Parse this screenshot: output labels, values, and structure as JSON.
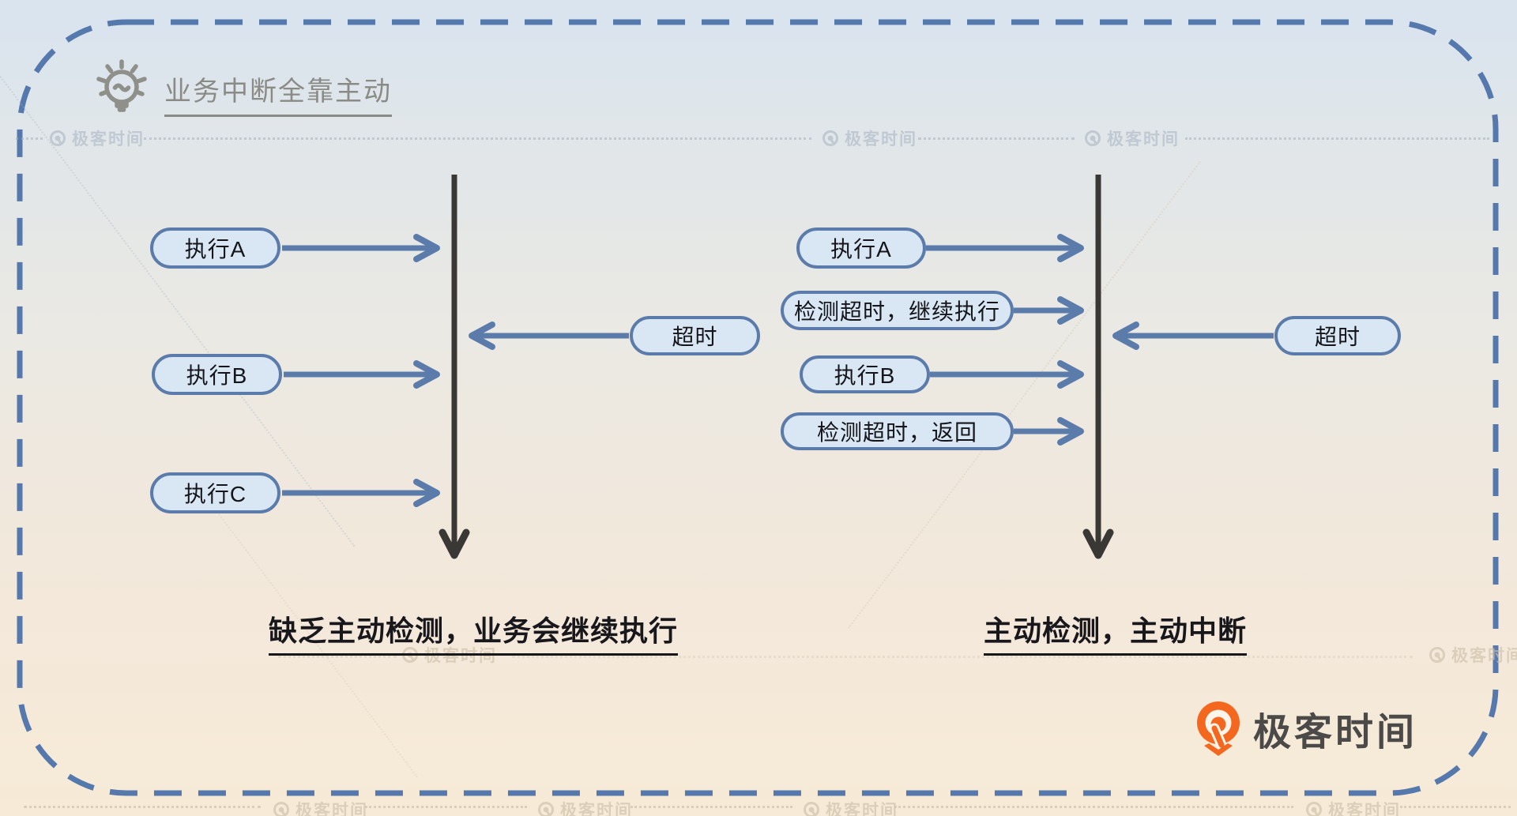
{
  "title": {
    "text": "业务中断全靠主动"
  },
  "left": {
    "steps": [
      "执行A",
      "执行B",
      "执行C"
    ],
    "timeout": "超时",
    "caption": "缺乏主动检测，业务会继续执行"
  },
  "right": {
    "steps": [
      "执行A",
      "检测超时，继续执行",
      "执行B",
      "检测超时，返回"
    ],
    "timeout": "超时",
    "caption": "主动检测，主动中断"
  },
  "brand": {
    "name": "极客时间"
  },
  "watermark": {
    "text": "极客时间"
  },
  "colors": {
    "accent_blue": "#5b7cab",
    "pill_fill": "#d9e7f4",
    "timeline_dark": "#3a3835",
    "title_gray": "#8b8b85",
    "caption_black": "#17171c",
    "brand_orange": "#f4671f",
    "bg_top": "#d9e4ef",
    "bg_bottom": "#f7ead7"
  }
}
